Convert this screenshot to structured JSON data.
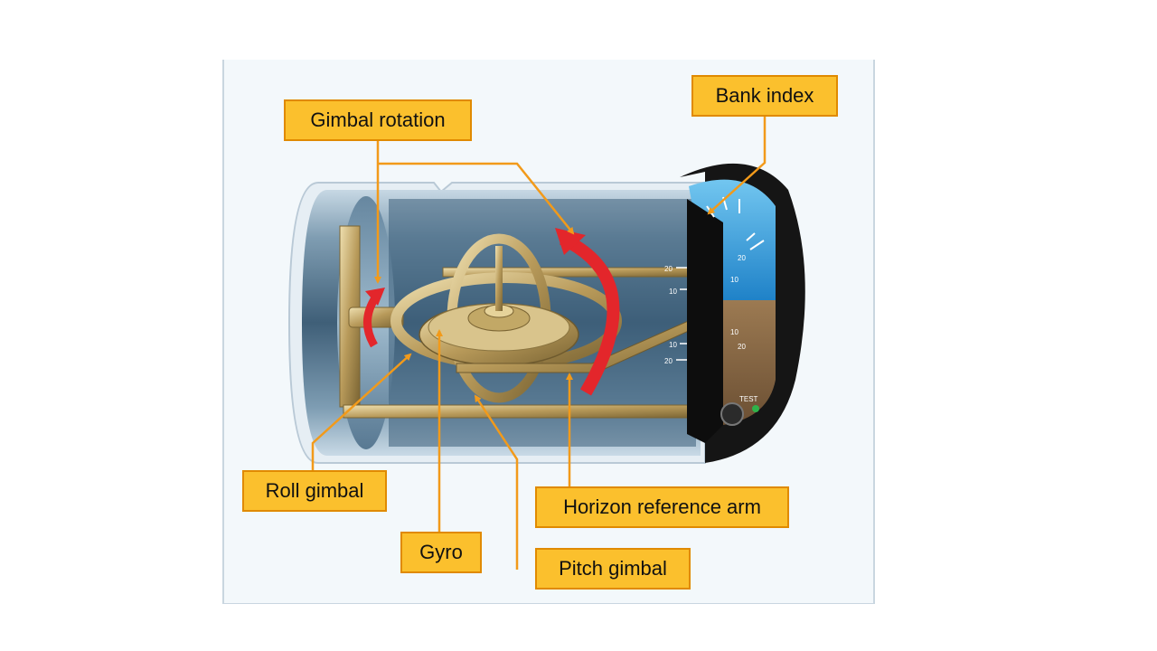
{
  "labels": {
    "gimbal_rotation": "Gimbal rotation",
    "bank_index": "Bank index",
    "roll_gimbal": "Roll gimbal",
    "gyro": "Gyro",
    "horizon_reference_arm": "Horizon reference arm",
    "pitch_gimbal": "Pitch gimbal"
  },
  "dial": {
    "test_label": "TEST",
    "upper_marks": [
      "20",
      "10"
    ],
    "lower_marks": [
      "10",
      "20"
    ],
    "scale_marks": [
      "20",
      "10",
      "10",
      "20"
    ]
  },
  "colors": {
    "callout_fill": "#fbc02d",
    "callout_border": "#e08a00",
    "leader_line": "#f29a1a",
    "rotation_arrow": "#e3262b",
    "sky": "#3aa0e0",
    "ground": "#8a6a45",
    "brass": "#c9b27a"
  }
}
